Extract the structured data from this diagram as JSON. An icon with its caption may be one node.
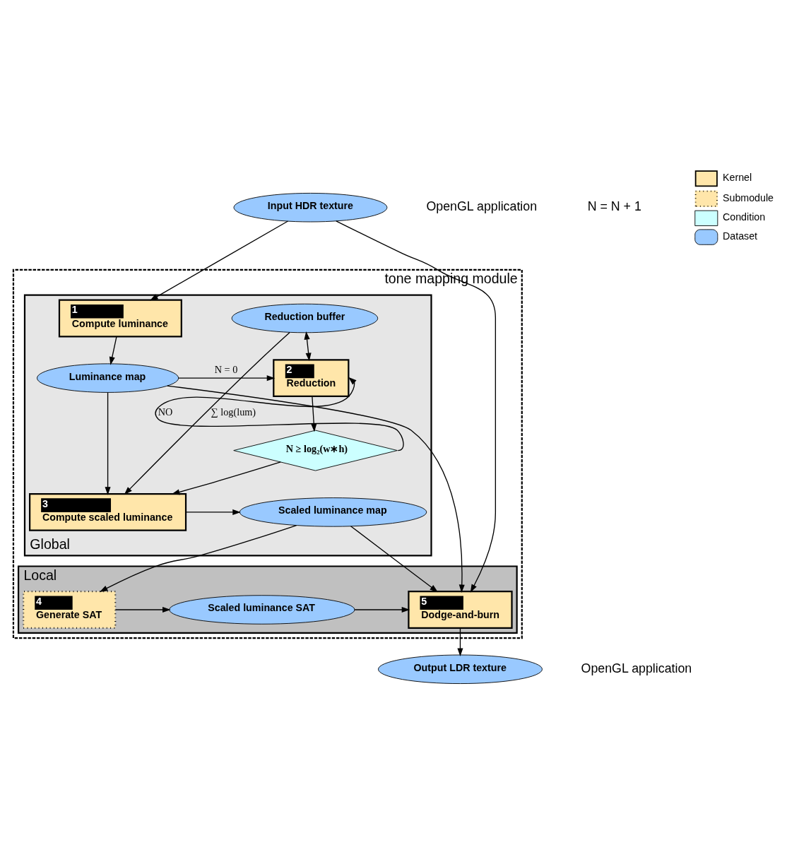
{
  "diagram": {
    "nodes": [
      {
        "text": [
          "Input HDR texture"
        ]
      },
      {
        "text": [
          "tone mapping module"
        ]
      },
      {
        "text": [
          "Global"
        ],
        "in": 1
      },
      {
        "text": [
          "1",
          "Compute luminance"
        ],
        "in": 2
      },
      {
        "text": [
          "Reduction buffer"
        ],
        "in": 2
      },
      {
        "text": [
          "Luminance map"
        ],
        "in": 2
      },
      {
        "text": [
          "2",
          "Reduction"
        ],
        "in": 2
      },
      {
        "text": [
          "N ≥ log₂(w∗h)"
        ],
        "in": 2
      },
      {
        "text": [
          "3",
          "Compute scaled luminance"
        ],
        "in": 2
      },
      {
        "text": [
          "Scaled luminance map"
        ],
        "in": 2
      },
      {
        "text": [
          "Local"
        ],
        "in": 1
      },
      {
        "text": [
          "5",
          "Dodge-and-burn"
        ],
        "in": 10
      },
      {
        "text": [
          "Scaled luminance SAT"
        ],
        "in": 10
      },
      {
        "text": [
          "4",
          "Generate SAT"
        ],
        "in": 10
      },
      {
        "text": [
          "Output LDR texture"
        ]
      }
    ],
    "edges": [
      {
        "from": 0,
        "to": 3,
        "arrow": "to"
      },
      {
        "from": 0,
        "to": 11,
        "arrow": "to"
      },
      {
        "from": 3,
        "to": 5,
        "arrow": "to"
      },
      {
        "from": 4,
        "to": 6,
        "arrow": "both"
      },
      {
        "from": 5,
        "to": 6,
        "arrow": "to",
        "label": "N = 0"
      },
      {
        "from": 6,
        "to": 7,
        "arrow": "to"
      },
      {
        "from": 7,
        "to": 6,
        "arrow": "to",
        "label": "NO"
      },
      {
        "from": 7,
        "to": 8,
        "arrow": "to"
      },
      {
        "from": 4,
        "to": 8,
        "arrow": "to",
        "label": "∑ log(lum)"
      },
      {
        "from": 5,
        "to": 8,
        "arrow": "to"
      },
      {
        "from": 5,
        "to": 11,
        "arrow": "to"
      },
      {
        "from": 8,
        "to": 9,
        "arrow": "to"
      },
      {
        "from": 9,
        "to": 11,
        "arrow": "to"
      },
      {
        "from": 9,
        "to": 13,
        "arrow": "to"
      },
      {
        "from": 13,
        "to": 12,
        "arrow": "to"
      },
      {
        "from": 12,
        "to": 11,
        "arrow": "to"
      },
      {
        "from": 11,
        "to": 14,
        "arrow": "to"
      }
    ],
    "labels": [
      "OpenGL application",
      "N = N + 1",
      "OpenGL application"
    ],
    "legend": [
      {
        "text": "Kernel"
      },
      {
        "text": "Submodule"
      },
      {
        "text": "Condition"
      },
      {
        "text": "Dataset"
      }
    ]
  }
}
